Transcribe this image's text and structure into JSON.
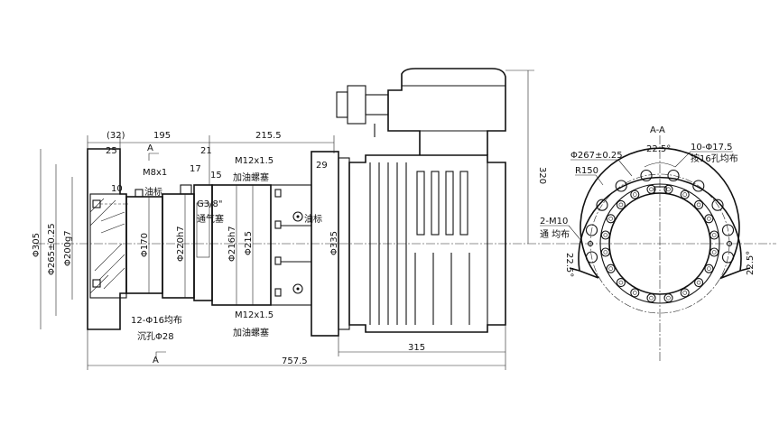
{
  "side_view": {
    "dim_32": "(32)",
    "dim_195": "195",
    "dim_215_5": "215.5",
    "dim_25": "25",
    "section_mark_top": "A",
    "dim_21": "21",
    "dim_17": "17",
    "dim_15": "15",
    "dim_29": "29",
    "dim_10": "10",
    "thread_m8": "M8x1",
    "oil_gauge_left": "油标",
    "thread_m12_top": "M12x1.5",
    "fill_plug_top": "加油螺塞",
    "vent_thread": "G3/8\"",
    "vent_plug": "通气塞",
    "oil_gauge_right": "油标",
    "dia_305": "Φ305",
    "dia_265": "Φ265±0.25",
    "dia_200": "Φ200g7",
    "dia_170": "Φ170",
    "dia_220": "Φ220h7",
    "dia_216": "Φ216h7",
    "dia_215": "Φ215",
    "dia_335": "Φ335",
    "height_320": "320",
    "thread_m12_bottom": "M12x1.5",
    "fill_plug_bottom": "加油螺塞",
    "holes_note": "12-Φ16均布",
    "counterbore_note": "沉孔Φ28",
    "section_mark_bottom": "A",
    "dim_757_5": "757.5",
    "dim_315": "315"
  },
  "section_view": {
    "title": "A-A",
    "pcd": "Φ267±0.25",
    "angle_top": "22.5°",
    "holes": "10-Φ17.5",
    "holes_pattern": "按16孔均布",
    "radius": "R150",
    "tapped": "2-M10",
    "tapped_note": "通 均布",
    "angle_left": "22.5°",
    "angle_right": "22.5°"
  }
}
